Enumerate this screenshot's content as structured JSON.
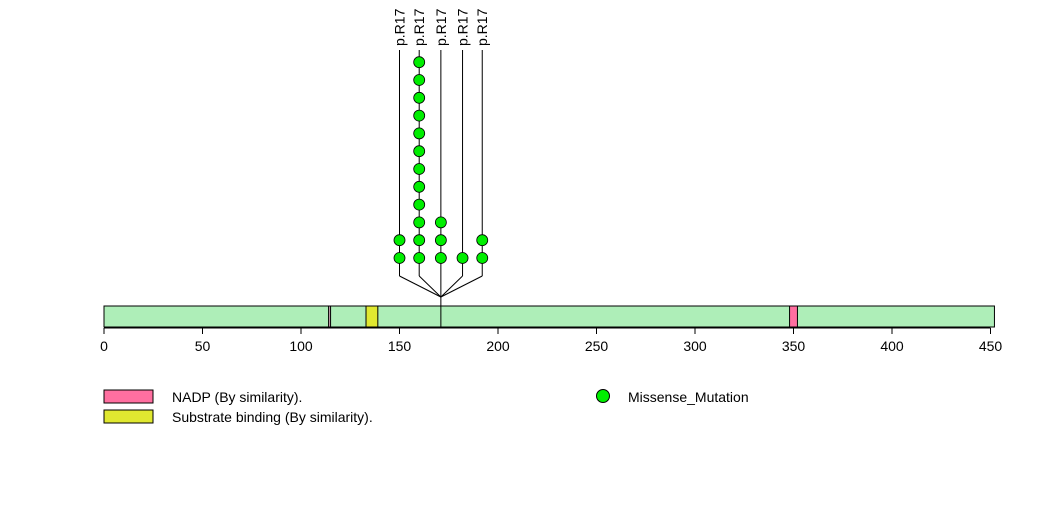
{
  "chart_data": {
    "type": "scatter",
    "title": "",
    "xlabel": "",
    "ylabel": "",
    "protein_length": 452,
    "xlim": [
      0,
      452
    ],
    "x_ticks": [
      0,
      50,
      100,
      150,
      200,
      250,
      300,
      350,
      400,
      450
    ],
    "domains": [
      {
        "name": "NADP (By similarity).",
        "start": 114,
        "end": 115,
        "color": "#c8a0b0"
      },
      {
        "name": "Substrate binding (By similarity).",
        "start": 133,
        "end": 139,
        "color": "#e0e830"
      },
      {
        "name": "NADP (By similarity).",
        "start": 348,
        "end": 352,
        "color": "#ff6fa0"
      }
    ],
    "mutations": [
      {
        "label": "p.R17",
        "position": 150,
        "count": 2
      },
      {
        "label": "p.R17",
        "position": 160,
        "count": 12
      },
      {
        "label": "p.R17",
        "position": 171,
        "count": 3
      },
      {
        "label": "p.R17",
        "position": 182,
        "count": 1
      },
      {
        "label": "p.R17",
        "position": 192,
        "count": 2
      }
    ],
    "hub_position": 171,
    "legend": [
      {
        "label": "NADP (By similarity).",
        "color": "#ff6fa0",
        "kind": "box"
      },
      {
        "label": "Substrate binding (By similarity).",
        "color": "#e0e830",
        "kind": "box"
      },
      {
        "label": "Missense_Mutation",
        "color": "#00ee00",
        "kind": "dot"
      }
    ],
    "colors": {
      "bar": "#aeeeb8",
      "mutation": "#00ee00"
    }
  }
}
